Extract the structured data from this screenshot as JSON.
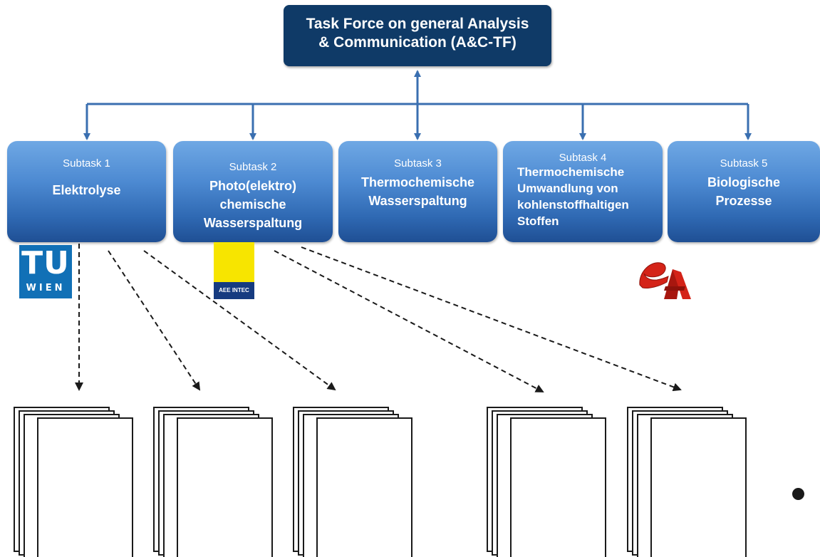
{
  "header": {
    "line1": "Task Force on general Analysis",
    "line2": "& Communication  (A&C-TF)"
  },
  "subtasks": [
    {
      "label": "Subtask 1",
      "title": "Elektrolyse"
    },
    {
      "label": "Subtask 2",
      "title": "Photo(elektro)\nchemische\nWasserspaltung"
    },
    {
      "label": "Subtask 3",
      "title": "Thermochemische\nWasserspaltung"
    },
    {
      "label": "Subtask 4",
      "title": "Thermochemische\nUmwandlung von\nkohlenstoffhaltigen\nStoffen"
    },
    {
      "label": "Subtask 5",
      "title": "Biologische\nProzesse"
    }
  ],
  "logos": {
    "tu_wien": {
      "letters": "TU",
      "sub": "WIEN"
    },
    "aee_intec": {
      "text": "AEE INTEC"
    },
    "energy_agency": {
      "icon": "red-e-logo-icon"
    }
  },
  "colors": {
    "header_bg": "#0f3a67",
    "box_top": "#6fa8e4",
    "box_bottom": "#1f4f94",
    "connector": "#3a6fb0",
    "tu_blue": "#1170b6",
    "aee_yellow": "#f7e500",
    "aee_navy": "#163b80",
    "logo_red": "#d42318"
  }
}
